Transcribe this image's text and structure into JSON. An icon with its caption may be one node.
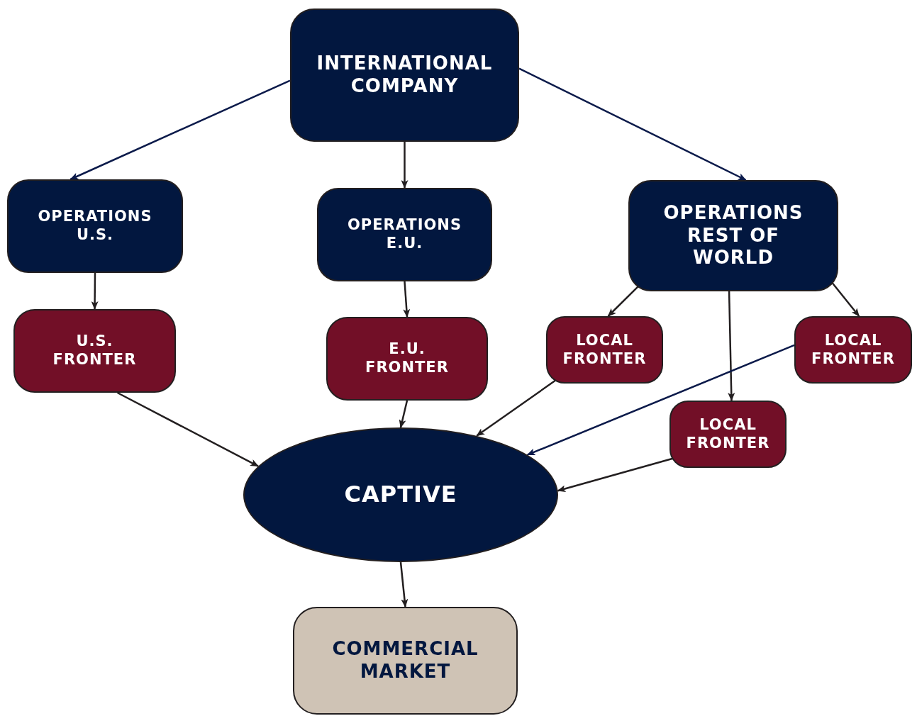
{
  "diagram": {
    "nodes": [
      {
        "text": [
          "INTERNATIONAL COMPANY"
        ]
      },
      {
        "text": [
          "OPERATIONS U.S."
        ]
      },
      {
        "text": [
          "OPERATIONS E.U."
        ]
      },
      {
        "text": [
          "OPERATIONS REST OF WORLD"
        ]
      },
      {
        "text": [
          "U.S. FRONTER"
        ]
      },
      {
        "text": [
          "E.U. FRONTER"
        ]
      },
      {
        "text": [
          "LOCAL FRONTER"
        ]
      },
      {
        "text": [
          "LOCAL FRONTER"
        ]
      },
      {
        "text": [
          "LOCAL FRONTER"
        ]
      },
      {
        "text": [
          "CAPTIVE"
        ]
      },
      {
        "text": [
          "COMMERCIAL MARKET"
        ]
      }
    ],
    "edges": [
      {
        "from": 0,
        "to": 1,
        "arrow": "to",
        "color": "#0b1a4a"
      },
      {
        "from": 0,
        "to": 2,
        "arrow": "to"
      },
      {
        "from": 0,
        "to": 3,
        "arrow": "to",
        "color": "#0b1a4a"
      },
      {
        "from": 1,
        "to": 4,
        "arrow": "to"
      },
      {
        "from": 2,
        "to": 5,
        "arrow": "to"
      },
      {
        "from": 3,
        "to": 6,
        "arrow": "to"
      },
      {
        "from": 3,
        "to": 8,
        "arrow": "to"
      },
      {
        "from": 3,
        "to": 7,
        "arrow": "to"
      },
      {
        "from": 4,
        "to": 9,
        "arrow": "to"
      },
      {
        "from": 5,
        "to": 9,
        "arrow": "to"
      },
      {
        "from": 6,
        "to": 9,
        "arrow": "to"
      },
      {
        "from": 7,
        "to": 9,
        "arrow": "to",
        "color": "#0b1a4a"
      },
      {
        "from": 8,
        "to": 9,
        "arrow": "to"
      },
      {
        "from": 9,
        "to": 10,
        "arrow": "to"
      }
    ]
  }
}
